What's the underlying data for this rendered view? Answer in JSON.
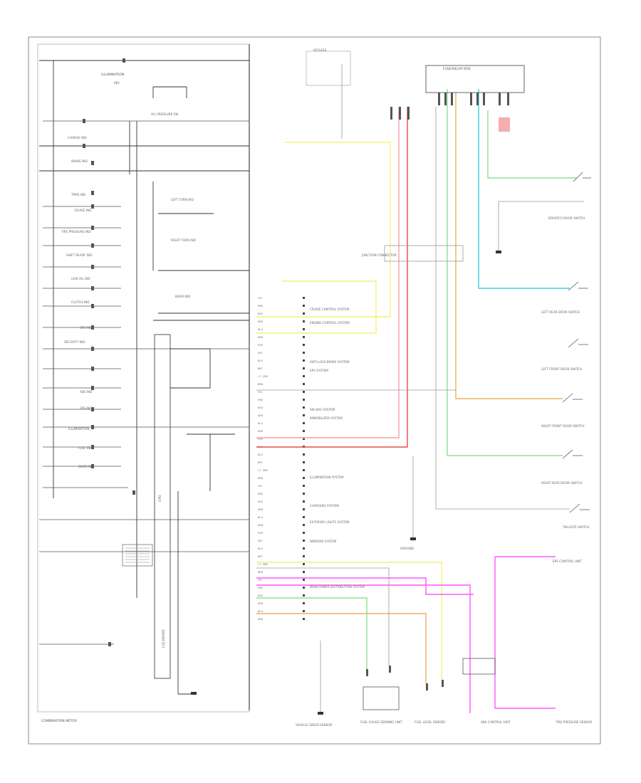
{
  "title": "",
  "colors": {
    "yellow": "#f2f27a",
    "pink": "#f4a0a8",
    "red": "#e84a4a",
    "green": "#8fe08f",
    "cyan": "#33cfe8",
    "orange": "#e8b060",
    "magenta": "#ff55ff",
    "gray": "#bdbdbd",
    "black": "#333333"
  },
  "meter": {
    "name": "COMBINATION METER",
    "indicators": [
      "ILLUMINATION",
      "IND",
      "CHARGE IND",
      "BRAKE IND",
      "TPMS IND",
      "CRUISE IND",
      "TIRE PRESSURE IND",
      "SHIFT READY IND",
      "LOW OIL IND",
      "CLUTCH IND",
      "SRS IND",
      "SECURITY IND",
      "ABS IND",
      "EPS IND",
      "ILLUMINATION",
      "FUEL IND",
      "DOOR IND"
    ],
    "turn": [
      "OIL PRESSURE SW",
      "LEFT TURN IND",
      "RIGHT TURN IND",
      "BEAM IND"
    ],
    "lcd": "LCD DRIVER",
    "cpu": "CPU"
  },
  "components": {
    "fuse_box": "FUSE/RELAY BOX",
    "keyless": "KEYLESS",
    "junction": "JUNCTION CONNECTOR",
    "ground_g1": "GROUND",
    "gauge_sender": "FUEL GAUGE SENDING UNIT",
    "tpms_sensor": "TIRE PRESSURE SENSOR",
    "door_switches": [
      "DRIVER'S DOOR SWITCH",
      "LEFT REAR DOOR SWITCH",
      "LEFT FRONT DOOR SWITCH",
      "RIGHT FRONT DOOR SWITCH",
      "RIGHT REAR DOOR SWITCH",
      "TAILGATE SWITCH"
    ],
    "fuel_sender": "FUEL LEVEL SENDER",
    "speed_sensor": "VEHICLE SPEED SENSOR",
    "abs_unit": "ABS CONTROL UNIT",
    "eps_unit": "EPS CONTROL UNIT"
  },
  "systems": [
    "CRUISE CONTROL SYSTEM",
    "ENGINE CONTROL SYSTEM",
    "ANTI-LOCK BRAKE SYSTEM",
    "EPS SYSTEM",
    "AIR BAG SYSTEM",
    "IMMOBILIZER SYSTEM",
    "ILLUMINATION SYSTEM",
    "CHARGING SYSTEM",
    "EXTERIOR LIGHTS SYSTEM",
    "WINDOW SYSTEM",
    "MAIN POWER DISTRIBUTION SYSTEM"
  ],
  "wire_codes": [
    "YEL",
    "PNK",
    "RED",
    "GRN",
    "BLU",
    "ORN",
    "PUR",
    "GRY",
    "BLK",
    "WHT",
    "LT GRN",
    "BRN"
  ]
}
